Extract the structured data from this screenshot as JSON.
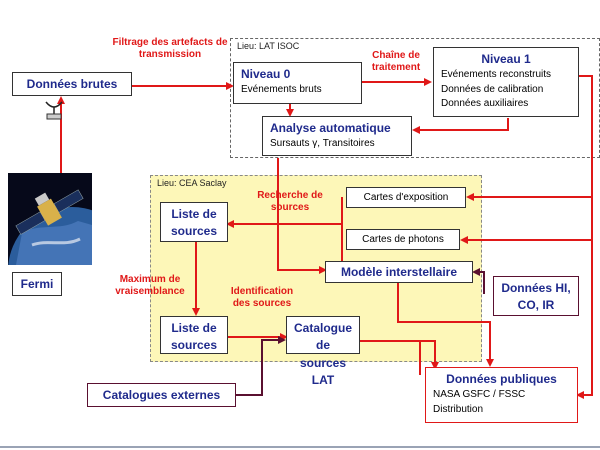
{
  "regions": {
    "isoc": "Lieu:  LAT ISOC",
    "saclay": "Lieu:  CEA Saclay"
  },
  "boxes": {
    "donnees_brutes": "Données brutes",
    "niveau0": {
      "title": "Niveau 0",
      "sub": "Evénements bruts"
    },
    "niveau1": {
      "title": "Niveau 1",
      "lines": [
        "Evénements reconstruits",
        "Données de calibration",
        "Données auxiliaires"
      ]
    },
    "analyse": {
      "title": "Analyse automatique",
      "sub": "Sursauts γ, Transitoires"
    },
    "liste_sources_1": "Liste de sources",
    "liste_sources_2": "Liste de sources",
    "catalogue_lat": "Catalogue de sources LAT",
    "cartes_exposition": "Cartes d'exposition",
    "cartes_photons": "Cartes de photons",
    "modele": "Modèle interstellaire",
    "donnees_hi": "Données HI, CO, IR",
    "donnees_publiques": {
      "title": "Données publiques",
      "lines": [
        "NASA GSFC / FSSC",
        "Distribution"
      ]
    },
    "catalogues_externes": "Catalogues externes",
    "fermi": "Fermi"
  },
  "labels": {
    "filtrage": "Filtrage des artefacts de transmission",
    "chaine": "Chaîne de traitement",
    "recherche": "Recherche de sources",
    "maximum": "Maximum de vraisemblance",
    "identification": "Identification des sources"
  },
  "colors": {
    "red": "#e01818",
    "dark": "#5a1030",
    "title_blue": "#1f2a8c",
    "saclay_bg": "#fdf7b8"
  },
  "icons": [
    "satellite-image",
    "ground-antenna-icon"
  ]
}
